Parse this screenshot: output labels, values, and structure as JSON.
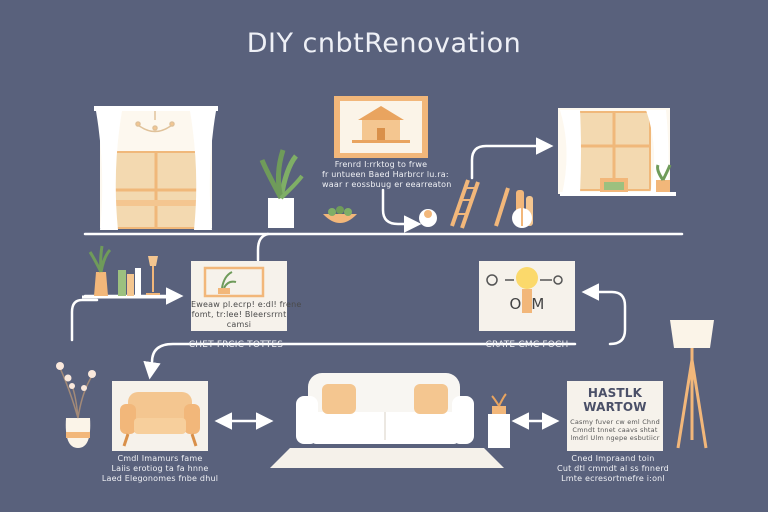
{
  "title": "DIY cnbtRenovation",
  "captions": {
    "painting": "Frenrd I:rrktog to frwe\nfr untueen Baed Harbrcr lu.ra:\nwaar r eossbuug er eearreaton",
    "window_box": "Eweaw pl.ecrp! e:dl! frene\nfomt, tr:lee! Bleersrrnt\ncamsi",
    "lamp_box_label": "O  M",
    "sign_heading": "HASTLK\nWARTOW",
    "sign_body": "Casmy fuver cw eml Chnd\nCmndt tnnet caavs shtat\nlmdrl Ulm ngepe esbutiicr",
    "label_left": "CHET FRCIC TOTTES",
    "label_right": "CRATE CMC FOCH",
    "armchair": "Cmdl Imamurs fame\nLaiis erotiog ta fa hnne\nLaed Elegonomes fnbe dhul",
    "plant_table": "Cned Impraand toin\nCut dtl cmmdt al ss fnnerd\nLmte ecresortmefre i:onl"
  },
  "colors": {
    "background": "#59617c",
    "line": "#ffffff",
    "panel": "#f5f1ea",
    "accent": "#f2b77a",
    "plant": "#6f9b5a"
  }
}
